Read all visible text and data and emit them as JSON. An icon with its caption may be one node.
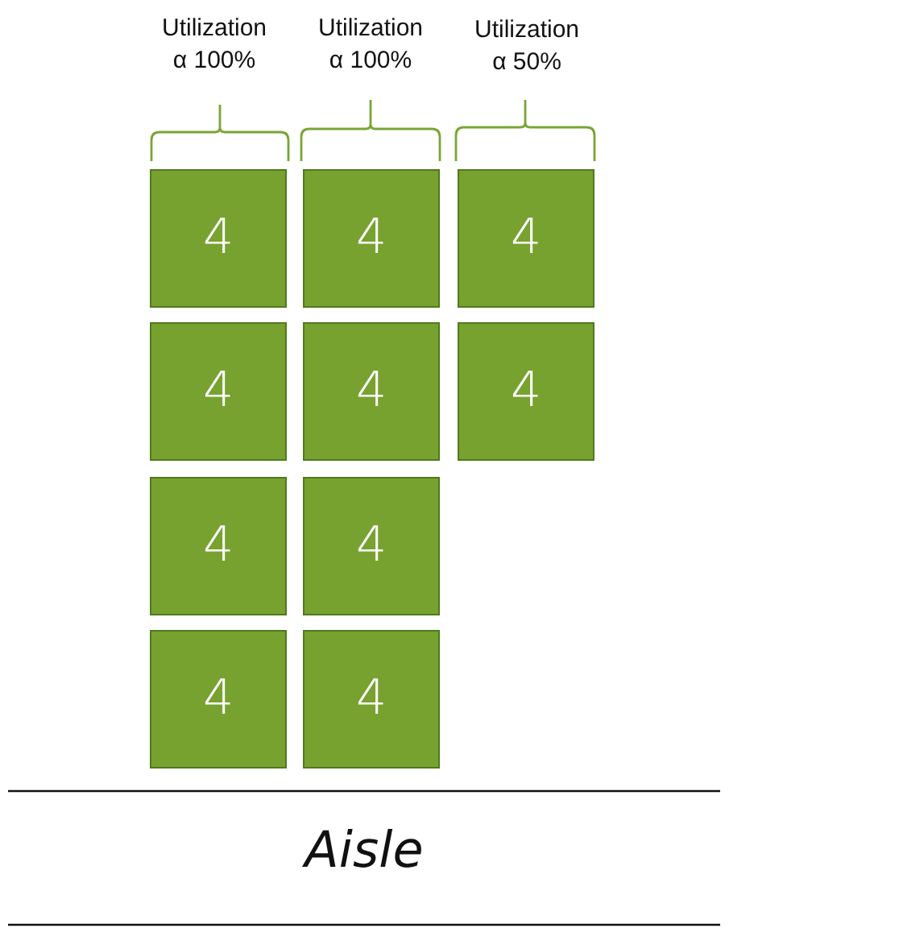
{
  "diagram": {
    "nodes": [
      {
        "text": [
          "4"
        ]
      },
      {
        "text": [
          "4"
        ]
      },
      {
        "text": [
          "4"
        ]
      },
      {
        "text": [
          "4"
        ]
      },
      {
        "text": [
          "4"
        ]
      },
      {
        "text": [
          "4"
        ]
      },
      {
        "text": [
          "4"
        ]
      },
      {
        "text": [
          "4"
        ]
      },
      {
        "text": [
          "4"
        ]
      },
      {
        "text": [
          "4"
        ]
      }
    ],
    "labels": [
      "Utilization α 100%",
      "Utilization α 100%",
      "Utilization α 50%",
      "Aisle"
    ]
  }
}
